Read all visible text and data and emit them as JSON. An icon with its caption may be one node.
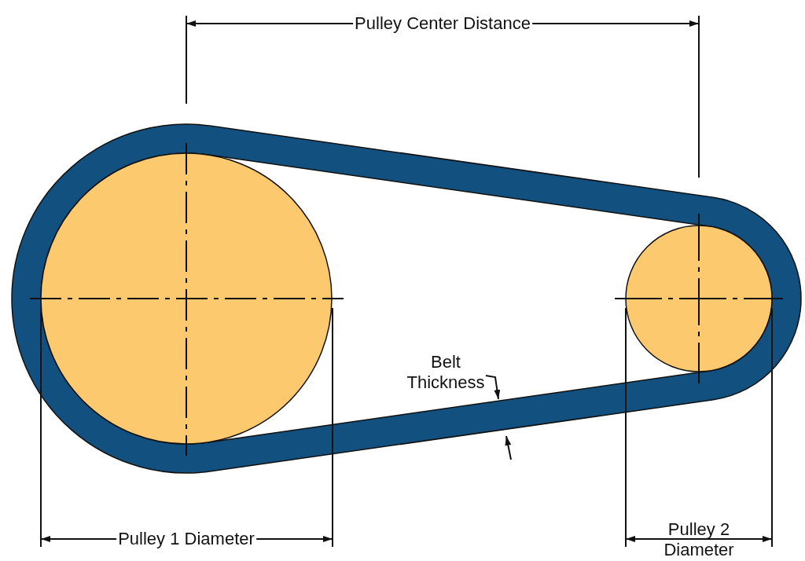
{
  "diagram": {
    "labels": [
      "Pulley Center Distance",
      "Belt Thickness",
      "Pulley 1 Diameter",
      "Pulley 2 Diameter"
    ]
  }
}
